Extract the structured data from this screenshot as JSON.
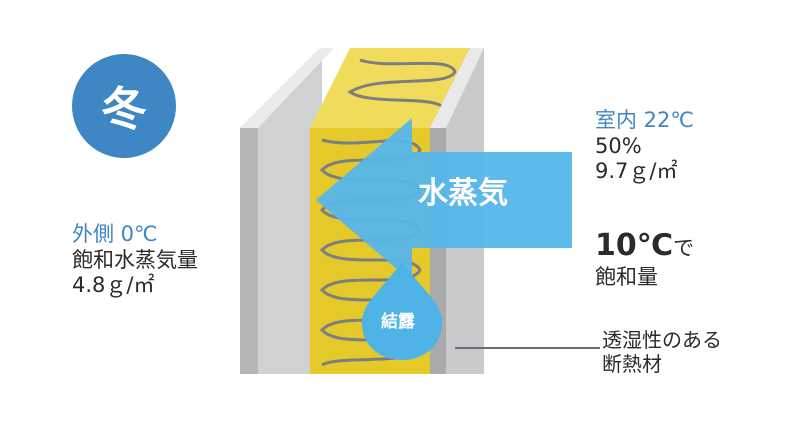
{
  "season_badge": "冬",
  "outside": {
    "title": "外側 0℃",
    "line1": "飽和水蒸気量",
    "line2": "4.8ｇ/㎡"
  },
  "inside": {
    "title": "室内 22℃",
    "humidity": "50%",
    "amount": "9.7ｇ/㎡"
  },
  "saturation": {
    "temp": "10℃",
    "suffix": "で",
    "line2": "飽和量"
  },
  "arrow_label": "水蒸気",
  "condensation_label": "結露",
  "insulation": {
    "line1": "透湿性のある",
    "line2": "断熱材"
  },
  "colors": {
    "accent_blue": "#3f86c4",
    "arrow_blue": "#55b6ea",
    "insulation_yellow": "#e8cf2c",
    "wall_gray": "#c9cacc",
    "drop_blue": "#4fb3e6"
  }
}
